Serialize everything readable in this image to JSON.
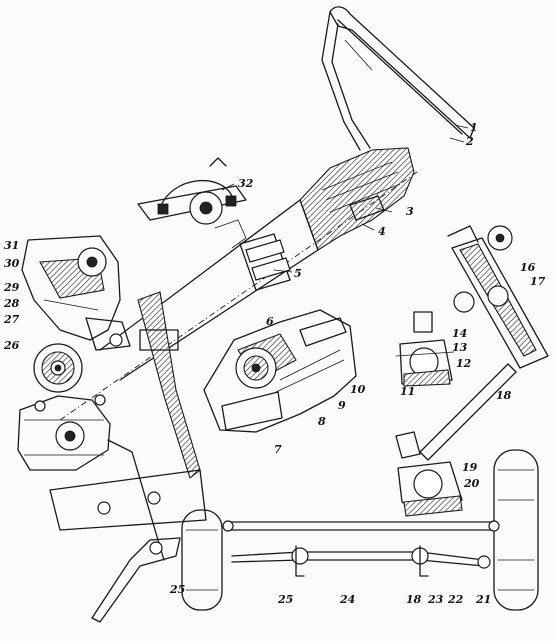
{
  "diagram": {
    "callouts": [
      {
        "id": "c1",
        "text": "1"
      },
      {
        "id": "c2",
        "text": "2"
      },
      {
        "id": "c3",
        "text": "3"
      },
      {
        "id": "c4",
        "text": "4"
      },
      {
        "id": "c5",
        "text": "5"
      },
      {
        "id": "c6",
        "text": "6"
      },
      {
        "id": "c7",
        "text": "7"
      },
      {
        "id": "c8",
        "text": "8"
      },
      {
        "id": "c9",
        "text": "9"
      },
      {
        "id": "c10",
        "text": "10"
      },
      {
        "id": "c11",
        "text": "11"
      },
      {
        "id": "c12",
        "text": "12"
      },
      {
        "id": "c13",
        "text": "13"
      },
      {
        "id": "c14",
        "text": "14"
      },
      {
        "id": "c16",
        "text": "16"
      },
      {
        "id": "c17",
        "text": "17"
      },
      {
        "id": "c18a",
        "text": "18"
      },
      {
        "id": "c19",
        "text": "19"
      },
      {
        "id": "c20",
        "text": "20"
      },
      {
        "id": "c21",
        "text": "21"
      },
      {
        "id": "c22",
        "text": "22"
      },
      {
        "id": "c23",
        "text": "23"
      },
      {
        "id": "c18b",
        "text": "18"
      },
      {
        "id": "c24",
        "text": "24"
      },
      {
        "id": "c25a",
        "text": "25"
      },
      {
        "id": "c25b",
        "text": "25"
      },
      {
        "id": "c26",
        "text": "26"
      },
      {
        "id": "c27",
        "text": "27"
      },
      {
        "id": "c28",
        "text": "28"
      },
      {
        "id": "c29",
        "text": "29"
      },
      {
        "id": "c30",
        "text": "30"
      },
      {
        "id": "c31",
        "text": "31"
      },
      {
        "id": "c32",
        "text": "32"
      }
    ]
  }
}
